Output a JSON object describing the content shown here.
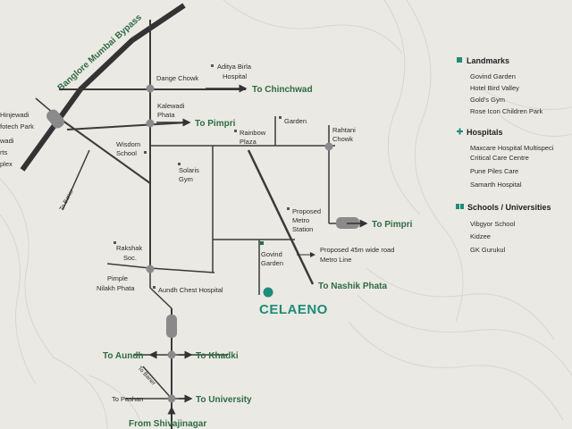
{
  "colors": {
    "background": "#ebe9e4",
    "road": "#3a3a3a",
    "accent_green": "#2e6b44",
    "project_teal": "#1d8c78",
    "highway": "#333333",
    "junction": "#8a8a8a"
  },
  "highway": {
    "label": "Banglore Mumbai Bypass"
  },
  "project": {
    "name": "CELAENO",
    "marker_icon": "project-location-dot-icon"
  },
  "directions": {
    "chinchwad": "To Chinchwad",
    "pimpri_top": "To Pimpri",
    "pimpri_right": "To Pimpri",
    "nashik_phata": "To Nashik Phata",
    "aundh": "To Aundh",
    "khadki": "To Khadki",
    "university": "To University",
    "shivajinagar": "From Shivajinagar",
    "baner_1": "To Baner",
    "baner_2": "To Baner",
    "pashan": "To Pashan"
  },
  "places": {
    "dange_chowk": "Dange Chowk",
    "aditya_birla_1": "Aditya Birla",
    "aditya_birla_2": "Hospital",
    "kalewadi_1": "Kalewadi",
    "kalewadi_2": "Phata",
    "garden": "Garden",
    "rahtani_1": "Rahtani",
    "rahtani_2": "Chowk",
    "rainbow_1": "Rainbow",
    "rainbow_2": "Plaza",
    "wisdom_1": "Wisdom",
    "wisdom_2": "School",
    "solaris_1": "Solaris",
    "solaris_2": "Gym",
    "hinjewadi_1": "Hinjewadi",
    "hinjewadi_2": "wadi",
    "hinjewadi_3": "fotech Park",
    "sports_1": "rts",
    "sports_2": "plex",
    "metro_1": "Proposed",
    "metro_2": "Metro",
    "metro_3": "Station",
    "proposed_road_1": "Proposed 45m wide road",
    "proposed_road_2": "Metro Line",
    "govind_1": "Govind",
    "govind_2": "Garden",
    "rakshak_1": "Rakshak",
    "rakshak_2": "Soc.",
    "pimple_1": "Pimple",
    "pimple_2": "Nilakh Phata",
    "aundh_chest": "Aundh Chest Hospital"
  },
  "legend": {
    "sections": [
      {
        "title": "Landmarks",
        "icon": "square-bullet-icon",
        "items": [
          "Govind Garden",
          "Hotel Bird Valley",
          "Gold's Gym",
          "Rose Icon Children Park"
        ]
      },
      {
        "title": "Hospitals",
        "icon": "plus-icon",
        "items": [
          "Maxcare Hospital Multispeci",
          "Critical Care Centre",
          "Pune Piles Care",
          "Samarth Hospital"
        ]
      },
      {
        "title": "Schools / Universities",
        "icon": "book-icon",
        "items": [
          "Vibgyor School",
          "Kidzee",
          "GK Gurukul"
        ]
      }
    ]
  }
}
